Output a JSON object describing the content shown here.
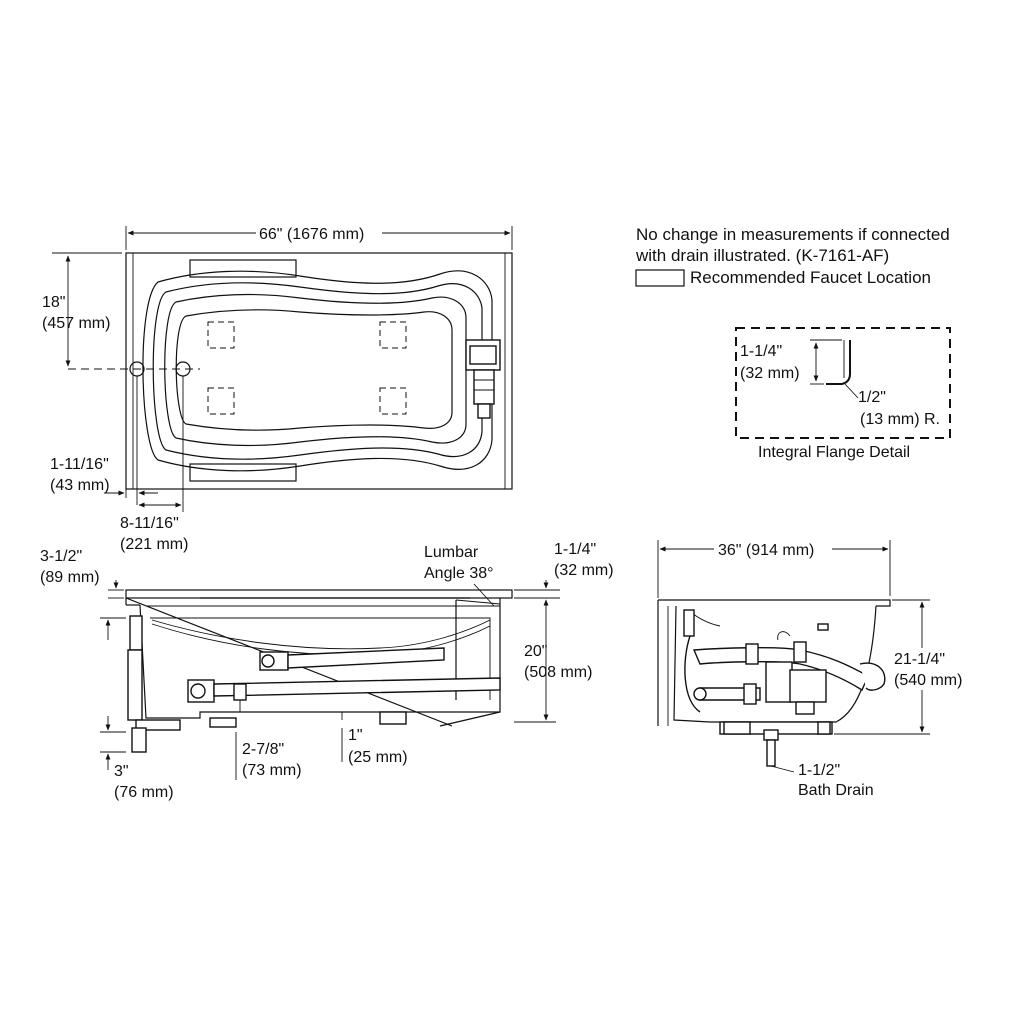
{
  "notes": {
    "line1": "No change in measurements if connected",
    "line2": "with drain illustrated. (K-7161-AF)",
    "legend": "Recommended Faucet Location",
    "flange_title": "Integral Flange Detail",
    "lumbar_1": "Lumbar",
    "lumbar_2": "Angle 38°",
    "bath_drain_1": "1-1/2\"",
    "bath_drain_2": "Bath Drain"
  },
  "dims": {
    "top_width": "66\" (1676 mm)",
    "top_depth_in": "18\"",
    "top_depth_mm": "(457 mm)",
    "offset_a_in": "1-11/16\"",
    "offset_a_mm": "(43 mm)",
    "offset_b_in": "8-11/16\"",
    "offset_b_mm": "(221 mm)",
    "rim_in": "3-1/2\"",
    "rim_mm": "(89 mm)",
    "flange_in": "1-1/4\"",
    "flange_mm": "(32 mm)",
    "height_in": "20\"",
    "height_mm": "(508 mm)",
    "drain_in": "3\"",
    "drain_mm": "(76 mm)",
    "base_in": "2-7/8\"",
    "base_mm": "(73 mm)",
    "foot_in": "1\"",
    "foot_mm": "(25 mm)",
    "end_width": "36\" (914 mm)",
    "end_height_in": "21-1/4\"",
    "end_height_mm": "(540 mm)",
    "detail_h_in": "1-1/4\"",
    "detail_h_mm": "(32 mm)",
    "detail_r_in": "1/2\"",
    "detail_r_mm": "(13 mm) R."
  }
}
